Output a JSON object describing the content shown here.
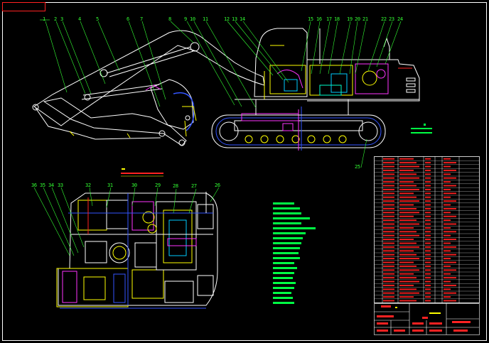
{
  "drawing": {
    "background": "#000000",
    "line_colors": {
      "outline": "#ffffff",
      "leader": "#33ff33",
      "machine": "#ffff00",
      "accent": "#ff33ff",
      "blue": "#3355ff",
      "cyan": "#00ccff",
      "red": "#ff2222",
      "green_block": "#00ff44"
    },
    "part_numbers_side": [
      "1",
      "2",
      "3",
      "4",
      "5",
      "6",
      "7",
      "8",
      "9",
      "10",
      "11",
      "12",
      "13",
      "14",
      "15",
      "16",
      "17",
      "18",
      "19",
      "20",
      "21",
      "22",
      "23",
      "24",
      "25"
    ],
    "part_numbers_plan": [
      "36",
      "35",
      "34",
      "33",
      "32",
      "31",
      "30",
      "29",
      "28",
      "27",
      "26"
    ]
  }
}
